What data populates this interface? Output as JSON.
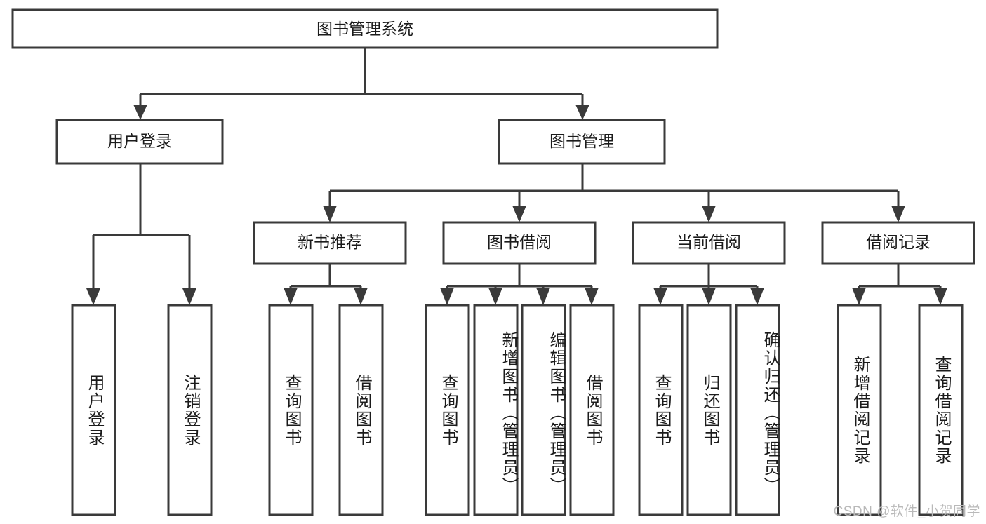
{
  "diagram": {
    "type": "hierarchy-tree",
    "title": "图书管理系统",
    "orientation": "top-down",
    "levels": 4,
    "colors": {
      "box_stroke": "#3a3a3a",
      "box_fill": "#ffffff",
      "connector": "#3a3a3a",
      "text": "#1b1b1b",
      "watermark": "#b9b9b9",
      "background": "#ffffff"
    },
    "root": {
      "label": "图书管理系统"
    },
    "level2": [
      {
        "label": "用户登录"
      },
      {
        "label": "图书管理"
      }
    ],
    "level3": [
      {
        "label": "新书推荐"
      },
      {
        "label": "图书借阅"
      },
      {
        "label": "当前借阅"
      },
      {
        "label": "借阅记录"
      }
    ],
    "leaves": {
      "user_login": [
        {
          "label": "用户登录"
        },
        {
          "label": "注销登录"
        }
      ],
      "new_book_recommend": [
        {
          "label": "查询图书"
        },
        {
          "label": "借阅图书"
        }
      ],
      "book_borrow": [
        {
          "label": "查询图书"
        },
        {
          "label": "新增图书（管理员）"
        },
        {
          "label": "编辑图书（管理员）"
        },
        {
          "label": "借阅图书"
        }
      ],
      "current_borrow": [
        {
          "label": "查询图书"
        },
        {
          "label": "归还图书"
        },
        {
          "label": "确认归还（管理员）"
        }
      ],
      "borrow_record": [
        {
          "label": "新增借阅记录"
        },
        {
          "label": "查询借阅记录"
        }
      ]
    },
    "watermark": "CSDN @软件_小贺同学"
  }
}
